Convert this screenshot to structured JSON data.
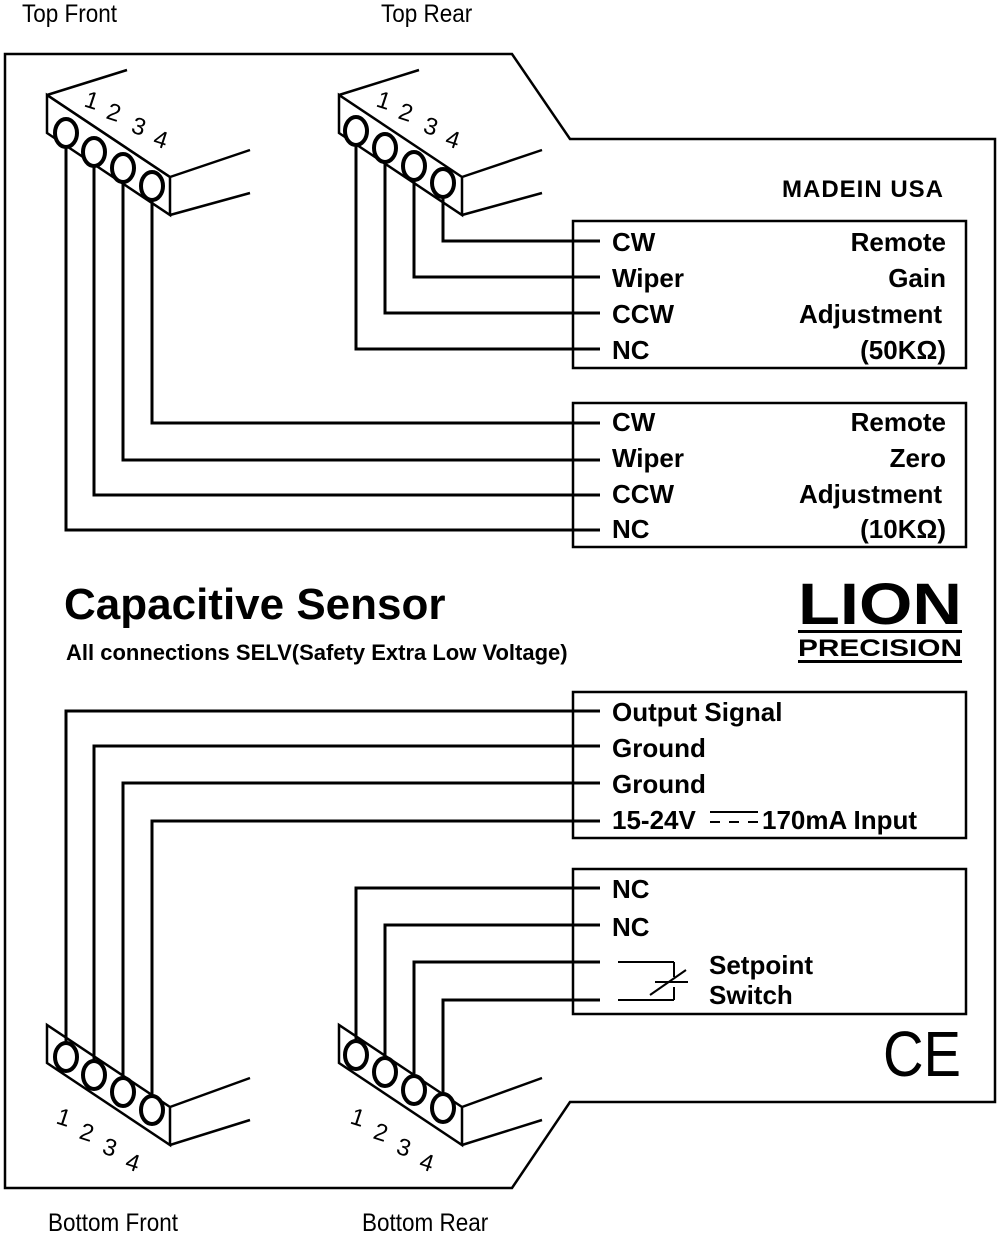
{
  "headers": {
    "top_front": "Top Front",
    "top_rear": "Top Rear",
    "bottom_front": "Bottom Front",
    "bottom_rear": "Bottom Rear"
  },
  "made_in": "MADEIN  USA",
  "pin_numbers": [
    "1",
    "2",
    "3",
    "4"
  ],
  "gain_box": {
    "pins": [
      "CW",
      "Wiper",
      "CCW",
      "NC"
    ],
    "desc": [
      "Remote",
      "Gain",
      "Adjustment",
      "(50KΩ)"
    ]
  },
  "zero_box": {
    "pins": [
      "CW",
      "Wiper",
      "CCW",
      "NC"
    ],
    "desc": [
      "Remote",
      "Zero",
      "Adjustment",
      "(10KΩ)"
    ]
  },
  "title": "Capacitive Sensor",
  "subtitle": "All connections SELV(Safety Extra Low Voltage)",
  "logo": {
    "main": "LION",
    "sub": "PRECISION"
  },
  "power_box": {
    "lines": [
      "Output Signal",
      "Ground",
      "Ground"
    ],
    "input_voltage": "15-24V",
    "input_current": "170mA Input"
  },
  "switch_box": {
    "lines": [
      "NC",
      "NC"
    ],
    "setpoint": [
      "Setpoint",
      "Switch"
    ]
  },
  "ce_mark": "CE"
}
